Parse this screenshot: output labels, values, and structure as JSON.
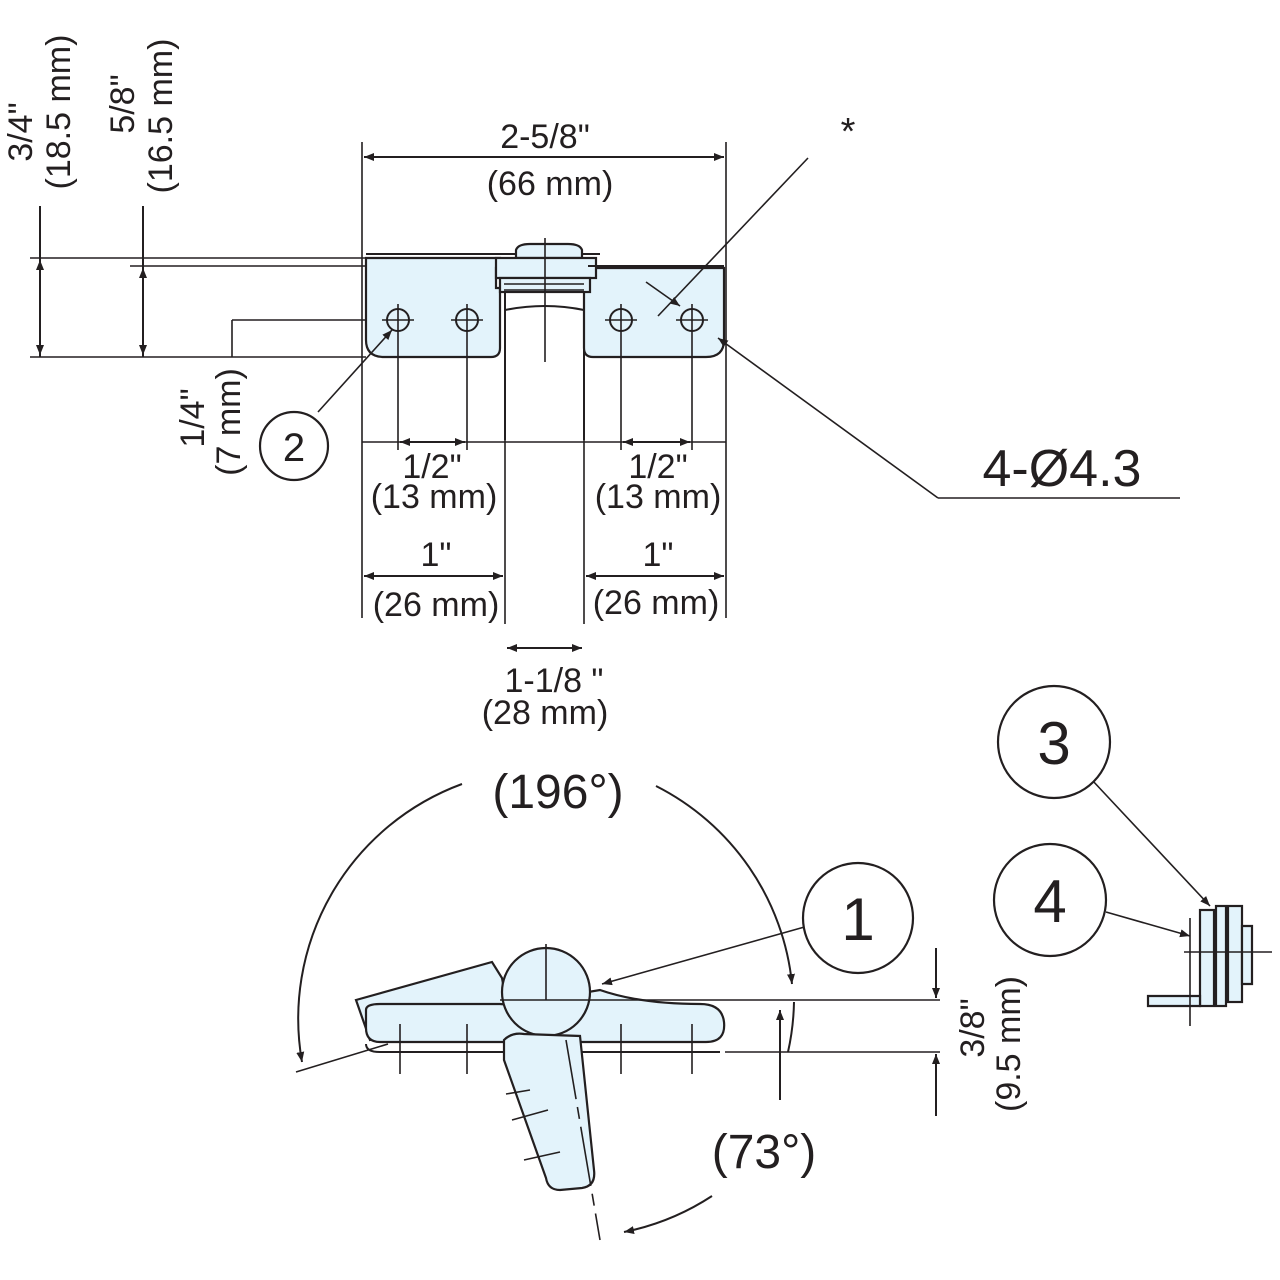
{
  "colors": {
    "line": "#231f20",
    "part_fill": "#e3f3fb",
    "background": "#ffffff"
  },
  "top_view": {
    "overall_width": {
      "imperial": "2-5/8\"",
      "metric": "(66 mm)"
    },
    "overall_height": {
      "imperial": "3/4\"",
      "metric": "(18.5 mm)"
    },
    "plate_height": {
      "imperial": "5/8\"",
      "metric": "(16.5 mm)"
    },
    "hole_offset": {
      "imperial": "1/4\"",
      "metric": "(7 mm)"
    },
    "hole_spacing_left": {
      "imperial": "1/2\"",
      "metric": "(13 mm)"
    },
    "hole_spacing_right": {
      "imperial": "1/2\"",
      "metric": "(13 mm)"
    },
    "leaf_width_left": {
      "imperial": "1\"",
      "metric": "(26 mm)"
    },
    "leaf_width_right": {
      "imperial": "1\"",
      "metric": "(26 mm)"
    },
    "knuckle_width": {
      "imperial": "1-1/8 \"",
      "metric": "(28 mm)"
    },
    "hole_spec": "4-Ø4.3",
    "asterisk": "*"
  },
  "side_view": {
    "angle_open": "(196°)",
    "angle_close": "(73°)",
    "thickness": {
      "imperial": "3/8\"",
      "metric": "(9.5 mm)"
    }
  },
  "callouts": [
    "1",
    "2",
    "3",
    "4"
  ]
}
